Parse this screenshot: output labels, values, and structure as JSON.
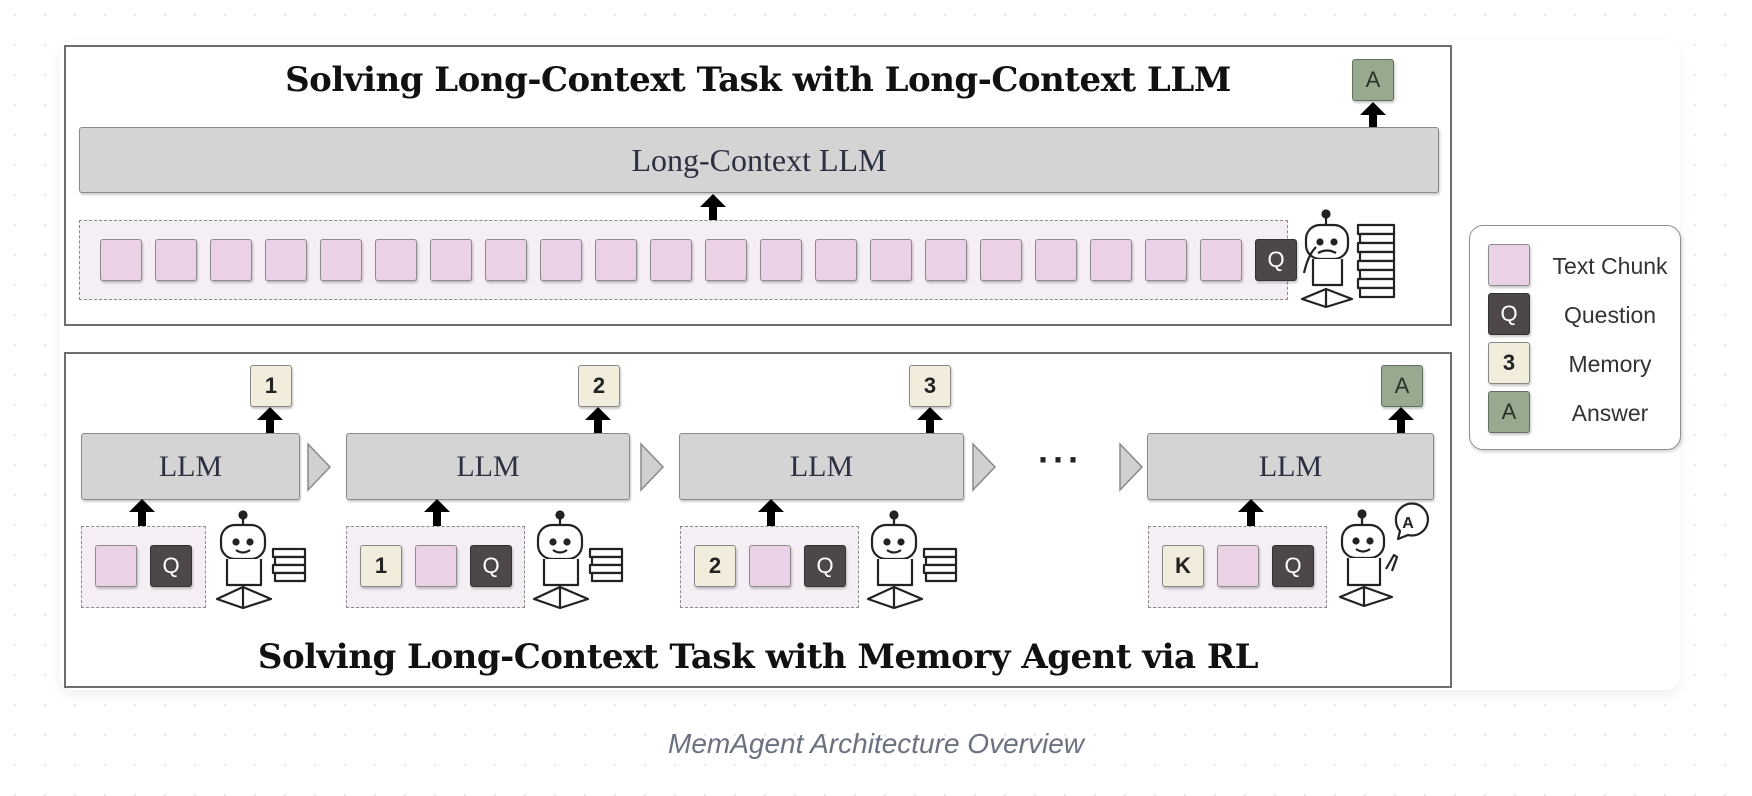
{
  "top_panel": {
    "title": "Solving Long-Context Task with Long-Context LLM",
    "llm_label": "Long-Context LLM",
    "question_label": "Q",
    "answer_label": "A",
    "chunk_count": 21
  },
  "bottom_panel": {
    "title": "Solving Long-Context Task with Memory Agent via RL",
    "ellipsis": "···",
    "steps": [
      {
        "llm_label": "LLM",
        "output": "1",
        "memory_input": "",
        "question": "Q"
      },
      {
        "llm_label": "LLM",
        "output": "2",
        "memory_input": "1",
        "question": "Q"
      },
      {
        "llm_label": "LLM",
        "output": "3",
        "memory_input": "2",
        "question": "Q"
      },
      {
        "llm_label": "LLM",
        "output": "A",
        "memory_input": "K",
        "question": "Q",
        "thought": "A"
      }
    ]
  },
  "legend": {
    "items": [
      {
        "swatch": "",
        "label": "Text Chunk"
      },
      {
        "swatch": "Q",
        "label": "Question"
      },
      {
        "swatch": "3",
        "label": "Memory"
      },
      {
        "swatch": "A",
        "label": "Answer"
      }
    ]
  },
  "caption": "MemAgent Architecture Overview",
  "colors": {
    "chunk": "#ead1e6",
    "question": "#4d4749",
    "memory": "#f1ecdc",
    "answer": "#97aa90",
    "llm_bar": "#d4d4d4"
  }
}
